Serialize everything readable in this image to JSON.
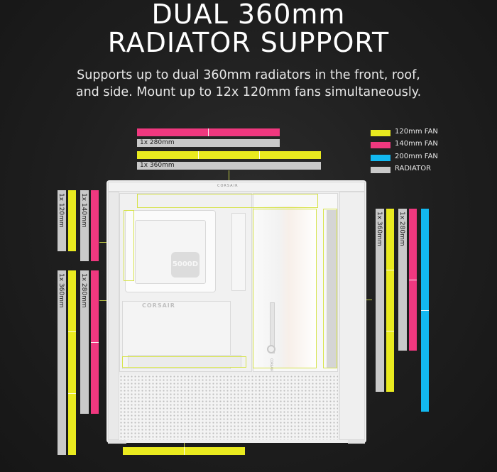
{
  "title_line1": "DUAL 360mm",
  "title_line2": "RADIATOR SUPPORT",
  "subtitle_line1": "Supports up to dual 360mm radiators in the front, roof,",
  "subtitle_line2": "and side. Mount up to 12x 120mm fans simultaneously.",
  "legend": [
    {
      "label": "120mm FAN",
      "color": "#e9ea1f"
    },
    {
      "label": "140mm FAN",
      "color": "#f0387f"
    },
    {
      "label": "200mm FAN",
      "color": "#12b8f0"
    },
    {
      "label": "RADIATOR",
      "color": "#c9c9c9"
    }
  ],
  "labels": {
    "top_280": "1x 280mm",
    "top_360": "1x 360mm",
    "left_120": "1x 120mm",
    "left_140": "1x 140mm",
    "left_360": "1x 360mm",
    "left_280": "1x 280mm",
    "right_360": "1x 360mm",
    "right_280": "1x 280mm"
  },
  "case": {
    "brand_top": "CORSAIR",
    "brand_panel": "CORSAIR",
    "brand_side": "CORSAIR",
    "logo": "5000D"
  },
  "colors": {
    "fan120": "#e9ea1f",
    "fan140": "#f0387f",
    "fan200": "#12b8f0",
    "radiator": "#c9c9c9",
    "guide": "#d6e34a"
  }
}
